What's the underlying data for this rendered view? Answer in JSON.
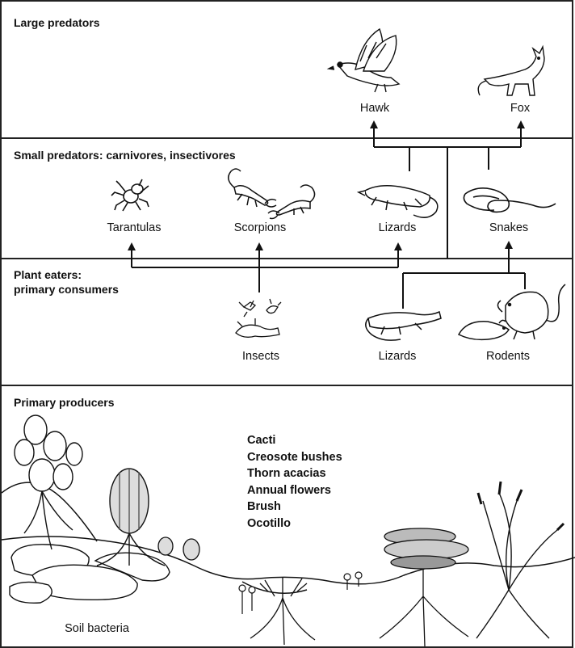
{
  "bands": {
    "large_predators": "Large predators",
    "small_predators": "Small predators: carnivores, insectivores",
    "plant_eaters_line1": "Plant eaters:",
    "plant_eaters_line2": "primary consumers",
    "primary_producers": "Primary producers"
  },
  "organisms": {
    "hawk": "Hawk",
    "fox": "Fox",
    "tarantulas": "Tarantulas",
    "scorpions": "Scorpions",
    "lizards_small_predators": "Lizards",
    "snakes": "Snakes",
    "insects": "Insects",
    "lizards_plant_eaters": "Lizards",
    "rodents": "Rodents",
    "soil_bacteria": "Soil bacteria"
  },
  "producers": [
    "Cacti",
    "Creosote bushes",
    "Thorn acacias",
    "Annual flowers",
    "Brush",
    "Ocotillo"
  ],
  "colors": {
    "line": "#111111",
    "border": "#222222",
    "background": "#ffffff"
  }
}
